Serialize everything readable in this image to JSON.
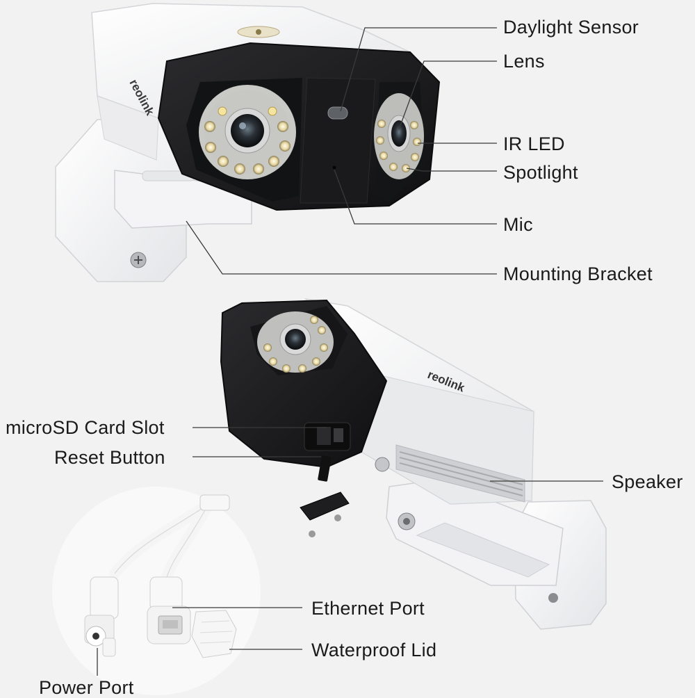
{
  "brand": "reolink",
  "colors": {
    "background": "#f2f2f3",
    "housing_white": "#f7f7f7",
    "housing_black": "#1c1c1e",
    "label_text": "#1a1a1a",
    "leader_line": "#3a3a3a"
  },
  "callouts": {
    "daylight_sensor": "Daylight Sensor",
    "lens": "Lens",
    "ir_led": "IR LED",
    "spotlight": "Spotlight",
    "mic": "Mic",
    "mounting_bracket": "Mounting Bracket",
    "microsd_card_slot": "microSD Card Slot",
    "reset_button": "Reset Button",
    "speaker": "Speaker",
    "ethernet_port": "Ethernet Port",
    "waterproof_lid": "Waterproof Lid",
    "power_port": "Power Port"
  }
}
